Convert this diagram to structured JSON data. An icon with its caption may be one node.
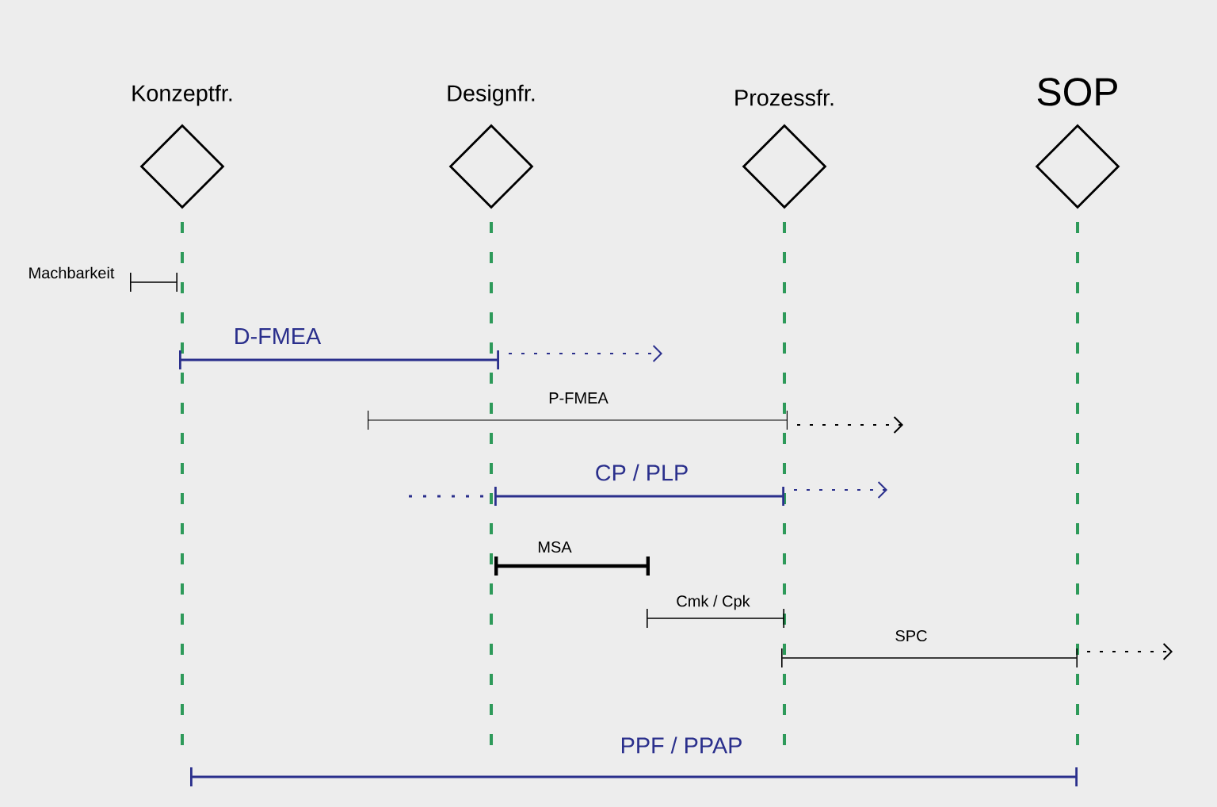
{
  "diagram": {
    "nodes": [
      {
        "text": [
          "Konzeptfr."
        ]
      },
      {
        "text": [
          "Designfr."
        ]
      },
      {
        "text": [
          "Prozessfr."
        ]
      },
      {
        "text": [
          "SOP"
        ]
      }
    ],
    "labels": [
      "Machbarkeit",
      "D-FMEA",
      "P-FMEA",
      "CP / PLP",
      "MSA",
      "Cmk / Cpk",
      "SPC",
      "PPF / PPAP"
    ]
  }
}
